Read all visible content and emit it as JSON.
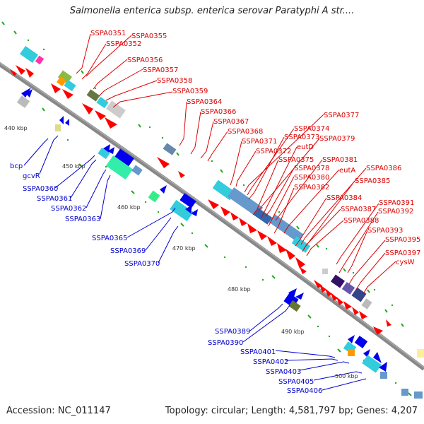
{
  "title": "Salmonella enterica subsp. enterica serovar Paratyphi A str....",
  "accession": "Accession: NC_011147",
  "summary": "Topology: circular; Length: 4,581,797 bp; Genes: 4,207",
  "colors": {
    "forward_label": "#dd0000",
    "reverse_label": "#0000cc",
    "forward_gene": "#ff0000",
    "reverse_gene": "#0000ee",
    "backbone": "#888888",
    "tick": "#22aa22"
  },
  "ticks": [
    "440 kbp",
    "450 kbp",
    "460 kbp",
    "470 kbp",
    "480 kbp",
    "490 kbp",
    "500 kbp"
  ],
  "forward_labels": [
    "SSPA0351",
    "SSPA0355",
    "SSPA0352",
    "SSPA0356",
    "SSPA0357",
    "SSPA0358",
    "SSPA0359",
    "SSPA0364",
    "SSPA0366",
    "SSPA0367",
    "SSPA0368",
    "SSPA0377",
    "SSPA0371",
    "SSPA0374",
    "SSPA0373",
    "SSPA0379",
    "SSPA0372",
    "eutD",
    "SSPA0375",
    "SSPA0381",
    "SSPA0378",
    "eutA",
    "SSPA0380",
    "SSPA0386",
    "SSPA0382",
    "SSPA0385",
    "SSPA0384",
    "SSPA0391",
    "SSPA0387",
    "SSPA0392",
    "SSPA0388",
    "SSPA0393",
    "SSPA0395",
    "SSPA0397",
    "cysW"
  ],
  "reverse_labels": [
    "bcp",
    "gcvR",
    "SSPA0360",
    "SSPA0361",
    "SSPA0362",
    "SSPA0363",
    "SSPA0365",
    "SSPA0369",
    "SSPA0370",
    "SSPA0389",
    "SSPA0390",
    "SSPA0401",
    "SSPA0402",
    "SSPA0403",
    "SSPA0405",
    "SSPA0406"
  ]
}
